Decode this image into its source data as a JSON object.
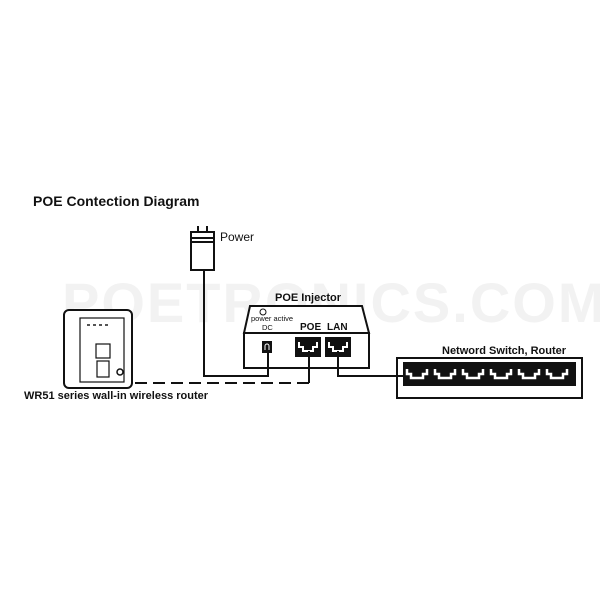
{
  "diagram": {
    "title": "POE Contection Diagram",
    "watermark": "POETRONICS.COM",
    "nodes": {
      "power": {
        "label": "Power",
        "icon": "power-adapter-icon"
      },
      "injector": {
        "label": "POE Injector",
        "indicator": "power active",
        "ports": [
          "DC",
          "POE",
          "LAN"
        ]
      },
      "router": {
        "label": "WR51 series wall-in wireless router",
        "icon": "wall-router-icon"
      },
      "switch": {
        "label": "Netword Switch, Router",
        "port_count": 6,
        "icon": "network-switch-icon"
      }
    },
    "connections": [
      {
        "from": "power",
        "to": "injector.DC",
        "style": "solid"
      },
      {
        "from": "injector.POE",
        "to": "router",
        "style": "dashed"
      },
      {
        "from": "injector.LAN",
        "to": "switch",
        "style": "solid"
      }
    ],
    "colors": {
      "line": "#111111",
      "background": "#ffffff",
      "watermark": "#f2f2f2"
    }
  }
}
